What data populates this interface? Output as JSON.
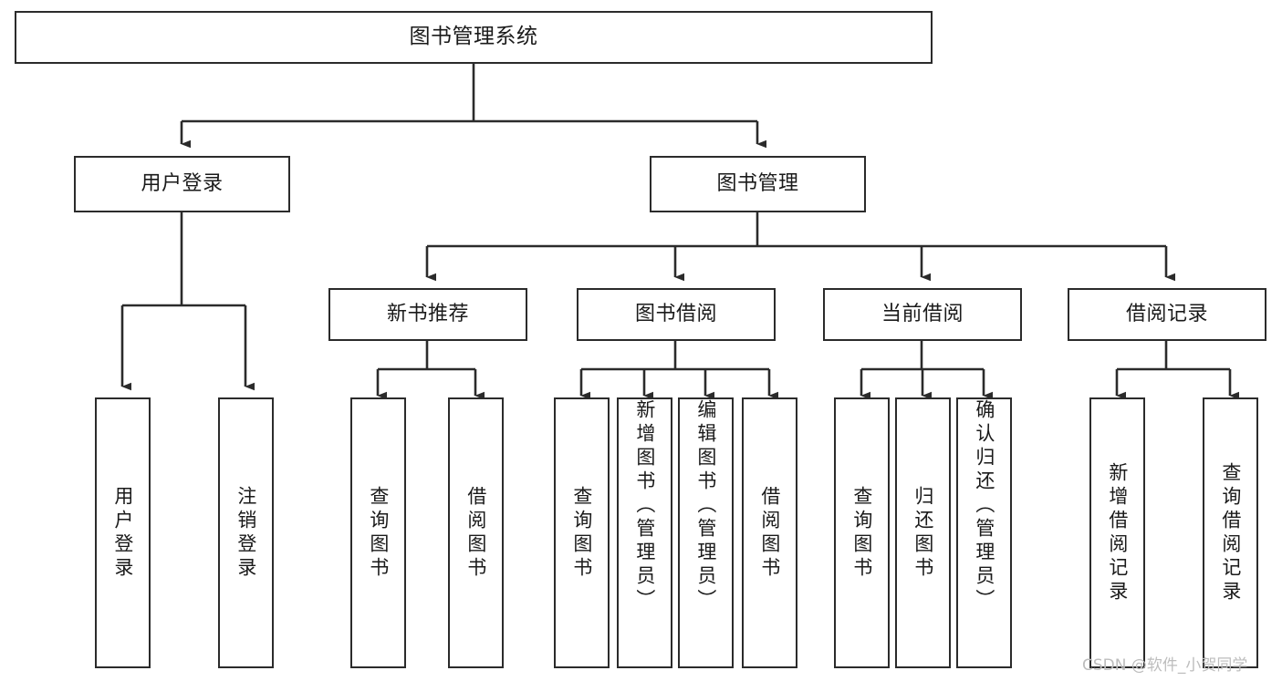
{
  "diagram": {
    "title": "图书管理系统",
    "type": "tree",
    "root": {
      "id": "root",
      "label": "图书管理系统"
    },
    "level2": [
      {
        "id": "user-login",
        "label": "用户登录"
      },
      {
        "id": "book-manage",
        "label": "图书管理"
      }
    ],
    "level3": [
      {
        "id": "new-book-recommend",
        "label": "新书推荐",
        "parent": "book-manage"
      },
      {
        "id": "book-borrow",
        "label": "图书借阅",
        "parent": "book-manage"
      },
      {
        "id": "current-borrow",
        "label": "当前借阅",
        "parent": "book-manage"
      },
      {
        "id": "borrow-record",
        "label": "借阅记录",
        "parent": "book-manage"
      }
    ],
    "leaves": [
      {
        "id": "leaf-user-login",
        "label": "用户登录",
        "parent": "user-login"
      },
      {
        "id": "leaf-user-logout",
        "label": "注销登录",
        "parent": "user-login"
      },
      {
        "id": "leaf-recommend-query",
        "label": "查询图书",
        "parent": "new-book-recommend"
      },
      {
        "id": "leaf-recommend-borrow",
        "label": "借阅图书",
        "parent": "new-book-recommend"
      },
      {
        "id": "leaf-borrow-query",
        "label": "查询图书",
        "parent": "book-borrow"
      },
      {
        "id": "leaf-borrow-add",
        "label": "新增图书（管理员）",
        "parent": "book-borrow"
      },
      {
        "id": "leaf-borrow-edit",
        "label": "编辑图书（管理员）",
        "parent": "book-borrow"
      },
      {
        "id": "leaf-borrow-lend",
        "label": "借阅图书",
        "parent": "book-borrow"
      },
      {
        "id": "leaf-current-query",
        "label": "查询图书",
        "parent": "current-borrow"
      },
      {
        "id": "leaf-current-return",
        "label": "归还图书",
        "parent": "current-borrow"
      },
      {
        "id": "leaf-current-confirm",
        "label": "确认归还（管理员）",
        "parent": "current-borrow"
      },
      {
        "id": "leaf-record-add",
        "label": "新增借阅记录",
        "parent": "borrow-record"
      },
      {
        "id": "leaf-record-query",
        "label": "查询借阅记录",
        "parent": "borrow-record"
      }
    ],
    "watermark": "CSDN @软件_小贺同学",
    "colors": {
      "background": "#ffffff",
      "box_fill": "#ffffff",
      "box_stroke": "#2b2b2b",
      "connector": "#2b2b2b",
      "text": "#1a1a1a",
      "watermark": "#bdbdbd"
    }
  }
}
